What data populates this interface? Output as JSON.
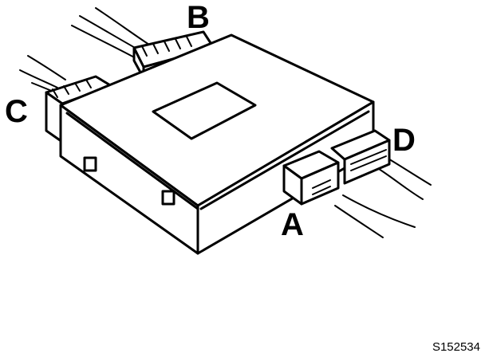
{
  "labels": {
    "a": "A",
    "b": "B",
    "c": "C",
    "d": "D"
  },
  "reference_code": "S152534",
  "colors": {
    "line": "#000000",
    "background": "#ffffff"
  }
}
